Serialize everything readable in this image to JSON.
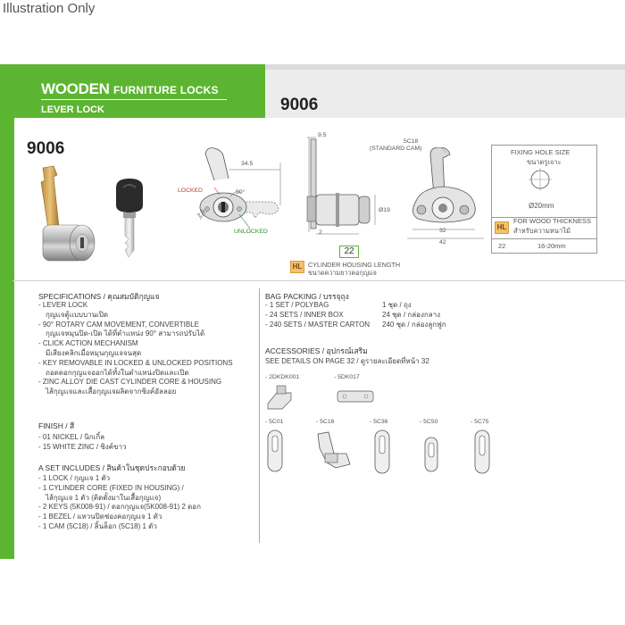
{
  "watermark": "Illustration Only",
  "header": {
    "brand_big": "WOODEN",
    "brand_small": "FURNITURE LOCKS",
    "subtitle": "LEVER LOCK",
    "model": "9006",
    "side_model": "9006"
  },
  "diagram": {
    "locked": "LOCKED",
    "unlocked": "UNLOCKED",
    "dim_345": "34.5",
    "angle": "90°",
    "dim_29": "2.9",
    "dim_95": "9.5",
    "cam_name": "5C18",
    "cam_sub": "(STANDARD CAM)",
    "dim_19": "Ø19",
    "dim_2": "2",
    "housing_length": "22",
    "dim_32": "32",
    "dim_42": "42",
    "hl": "HL",
    "cyl_len_en": "CYLINDER HOUSING LENGTH",
    "cyl_len_th": "ขนาดความยาวคอกุญแจ"
  },
  "fixing": {
    "title_en": "FIXING HOLE SIZE",
    "title_th": "ขนาดรูเจาะ",
    "hole": "Ø20mm",
    "hl": "HL",
    "wood_en": "FOR WOOD THICKNESS",
    "wood_th": "สำหรับความหนาไม้",
    "row_hl": "22",
    "row_thick": "16-20mm"
  },
  "specs": {
    "title": "SPECIFICATIONS / คุณสมบัติกุญแจ",
    "lines": [
      "- LEVER LOCK",
      "  กุญแจตู้แบบบานเปิด",
      "- 90° ROTARY CAM MOVEMENT, CONVERTIBLE",
      "  กุญแจหมุนปิด-เปิด ได้ที่ตำแหน่ง 90° สามารถปรับได้",
      "- CLICK ACTION MECHANISM",
      "  มีเสียงคลิกเมื่อหมุนกุญแจจนสุด",
      "- KEY REMOVABLE IN LOCKED & UNLOCKED POSITIONS",
      "  ถอดดอกกุญแจออกได้ทั้งในตำแหน่งปิดและเปิด",
      "- ZINC ALLOY DIE CAST CYLINDER CORE & HOUSING",
      "  ไส้กุญแจและเสื้อกุญแจผลิตจากซิงค์อัลลอย"
    ]
  },
  "finish": {
    "title": "FINISH / สี",
    "lines": [
      "- 01 NICKEL / นิกเกิ้ล",
      "- 15 WHITE ZINC / ซิงค์ขาว"
    ]
  },
  "set_includes": {
    "title": "A SET INCLUDES / สินค้าในชุดประกอบด้วย",
    "lines": [
      "- 1 LOCK / กุญแจ 1 ตัว",
      "- 1 CYLINDER CORE (FIXED IN HOUSING) /",
      "  ไส้กุญแจ 1 ตัว (ติดตั้งมาในเสื้อกุญแจ)",
      "- 2 KEYS (5K008-91) / ดอกกุญแจ(5K008-91) 2 ดอก",
      "- 1 BEZEL / แหวนปิดช่องคอกุญแจ 1 ตัว",
      "- 1 CAM (5C18) / ลิ้นล็อก (5C18) 1 ตัว"
    ]
  },
  "bag": {
    "title": "BAG PACKING / บรรจุถุง",
    "left": [
      "- 1 SET / POLYBAG",
      "- 24 SETS / INNER BOX",
      "- 240 SETS / MASTER CARTON"
    ],
    "right": [
      "1  ชุด  /  ถุง",
      "24  ชุด  /  กล่องกลาง",
      "240  ชุด  /  กล่องลูกฟูก"
    ]
  },
  "accessories": {
    "title": "ACCESSORIES / อุปกรณ์เสริม",
    "note": "SEE DETAILS ON PAGE 32 / ดูรายละเอียดที่หน้า 32",
    "top": [
      "- 2DKDK001",
      "- 5DK017"
    ],
    "cams": [
      "- 5C01",
      "- 5C16",
      "- 5C36",
      "- 5C50",
      "- 5C75"
    ]
  }
}
